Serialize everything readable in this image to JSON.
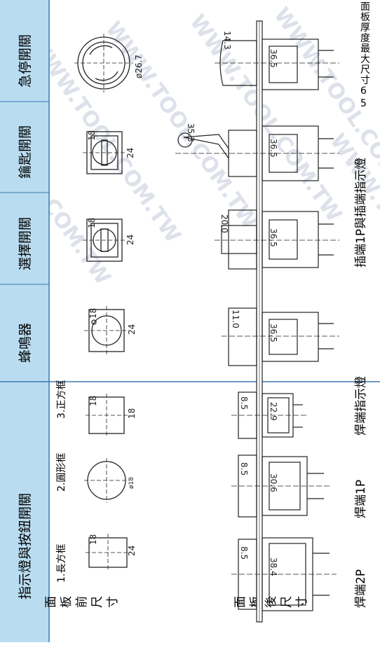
{
  "header": {
    "col1": "指示燈與按鈕開關",
    "col2": "蜂鳴器",
    "col3": "選擇開關",
    "col4": "鑰匙開關",
    "col5": "急停開關"
  },
  "front_row_label": [
    "面",
    "板",
    "前",
    "尺",
    "寸"
  ],
  "back_row_label": [
    "面",
    "板",
    "後",
    "尺",
    "寸"
  ],
  "frame_types": {
    "rect": "1.長方框",
    "round": "2.圓形框",
    "square": "3.正方框"
  },
  "front_dims": {
    "rect_w": "18",
    "rect_h": "24",
    "round_d": "ø18",
    "square_w": "18",
    "square_h": "18",
    "buzzer_w": "18",
    "buzzer_h": "24",
    "selector_w": "18",
    "selector_h": "24",
    "key_w": "18",
    "key_h": "24",
    "estop_d": "ø26.7"
  },
  "back_dims": {
    "t2p_a": "8.5",
    "t2p_b": "38.4",
    "t1p_a": "8.5",
    "t1p_b": "30.6",
    "lamp_a": "8.5",
    "lamp_b": "22.9",
    "buzzer_a": "11.0",
    "buzzer_b": "36.5",
    "selector_a": "20.0",
    "selector_b": "36.5",
    "key_a": "35.3",
    "key_b": "36.5",
    "estop_a": "14.3",
    "estop_b": "36.5"
  },
  "captions": {
    "t2p": "焊端2P",
    "t1p": "焊端1P",
    "lamp": "焊端指示燈",
    "plug": "插端1P與插端指示燈"
  },
  "panel_note": "面板厚度最大尺寸6.5",
  "watermark": "WWW.TOOL.COM.TW",
  "colors": {
    "header_bg": "#b8dcef",
    "line": "#222222",
    "panel": "#5c6b8a",
    "watermark": "#d9dde6"
  }
}
